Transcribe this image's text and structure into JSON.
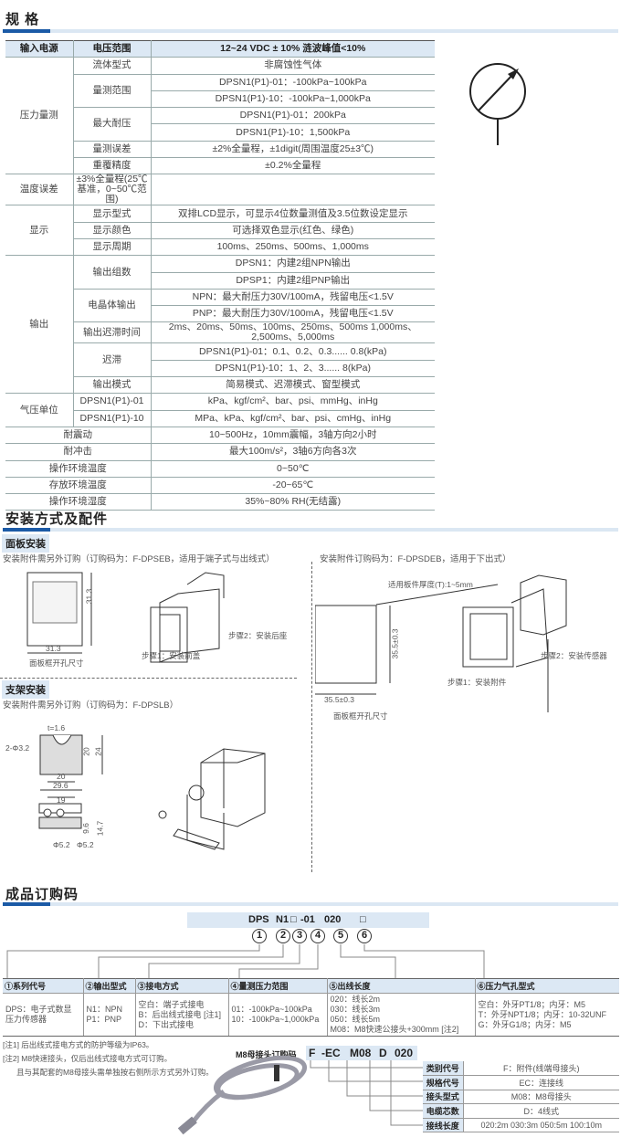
{
  "spec": {
    "title": "规 格",
    "rows": [
      [
        {
          "t": "输入电源"
        },
        {
          "t": "电压范围"
        },
        {
          "t": "12~24 VDC ± 10%  涟波峰值<10%"
        }
      ],
      [
        {
          "t": "压力量测",
          "rs": 7
        },
        {
          "t": "流体型式"
        },
        {
          "t": "非腐蚀性气体"
        }
      ],
      [
        {
          "t": "量测范围",
          "rs": 2
        },
        {
          "t": "DPSN1(P1)-01：-100kPa~100kPa"
        }
      ],
      [
        {
          "t": "DPSN1(P1)-10：-100kPa~1,000kPa"
        }
      ],
      [
        {
          "t": "最大耐压",
          "rs": 2
        },
        {
          "t": "DPSN1(P1)-01：200kPa"
        }
      ],
      [
        {
          "t": "DPSN1(P1)-10：1,500kPa"
        }
      ],
      [
        {
          "t": "量测误差"
        },
        {
          "t": "±2%全量程，±1digit(周围温度25±3℃)"
        }
      ],
      [
        {
          "t": "重覆精度"
        },
        {
          "t": "±0.2%全量程"
        }
      ],
      [
        {
          "t": "温度误差"
        },
        {
          "t": "±3%全量程(25℃基准，0~50℃范围)"
        }
      ],
      [
        {
          "t": "显示",
          "rs": 3
        },
        {
          "t": "显示型式"
        },
        {
          "t": "双排LCD显示，可显示4位数量测值及3.5位数设定显示"
        }
      ],
      [
        {
          "t": "显示颜色"
        },
        {
          "t": "可选择双色显示(红色、绿色)"
        }
      ],
      [
        {
          "t": "显示周期"
        },
        {
          "t": "100ms、250ms、500ms、1,000ms"
        }
      ],
      [
        {
          "t": "输出",
          "rs": 9
        },
        {
          "t": "输出组数",
          "rs": 2
        },
        {
          "t": "DPSN1：内建2组NPN输出"
        }
      ],
      [
        {
          "t": "DPSP1：内建2组PNP输出"
        }
      ],
      [
        {
          "t": "电晶体输出",
          "rs": 2
        },
        {
          "t": "NPN：最大耐压力30V/100mA，残留电压<1.5V"
        }
      ],
      [
        {
          "t": "PNP：最大耐压力30V/100mA，残留电压<1.5V"
        }
      ],
      [
        {
          "t": "输出迟滞时间",
          "rs": 2
        },
        {
          "t": "2ms、20ms、50ms、100ms、250ms、500ms 1,000ms、2,500ms、5,000ms",
          "rs": 2
        }
      ],
      [],
      [
        {
          "t": "迟滞",
          "rs": 2
        },
        {
          "t": "DPSN1(P1)-01：0.1、0.2、0.3...... 0.8(kPa)"
        }
      ],
      [
        {
          "t": "DPSN1(P1)-10：1、2、3...... 8(kPa)"
        }
      ],
      [
        {
          "t": "输出模式"
        },
        {
          "t": "简易模式、迟滞模式、窗型模式"
        }
      ],
      [
        {
          "t": "气压单位",
          "rs": 2
        },
        {
          "t": "DPSN1(P1)-01"
        },
        {
          "t": "kPa、kgf/cm²、bar、psi、mmHg、inHg"
        }
      ],
      [
        {
          "t": "DPSN1(P1)-10"
        },
        {
          "t": "MPa、kPa、kgf/cm²、bar、psi、cmHg、inHg"
        }
      ],
      [
        {
          "t": "耐震动",
          "cs": 2
        },
        {
          "t": "10~500Hz，10mm震幅，3轴方向2小时"
        }
      ],
      [
        {
          "t": "耐冲击",
          "cs": 2
        },
        {
          "t": "最大100m/s²，3轴6方向各3次"
        }
      ],
      [
        {
          "t": "操作环境温度",
          "cs": 2
        },
        {
          "t": "0~50℃"
        }
      ],
      [
        {
          "t": "存放环境温度",
          "cs": 2
        },
        {
          "t": "-20~65℃"
        }
      ],
      [
        {
          "t": "操作环境湿度",
          "cs": 2
        },
        {
          "t": "35%~80% RH(无结露)"
        }
      ]
    ]
  },
  "install": {
    "title": "安装方式及配件",
    "panel": {
      "label": "面板安装",
      "note_left": "安装附件需另外订购（订购码为：F-DPSEB，适用于端子式与出线式）",
      "note_right": "安装附件订购码为：F-DPSDEB，适用于下出式）",
      "dim_w": "31.3",
      "dim_h": "31.3",
      "cutout_label": "面板框开孔尺寸",
      "step1": "步骤1：安装前盖",
      "step2": "步骤2：安装后座",
      "thickness": "适用板件厚度(T):1~5mm",
      "dim_r_w": "35.5±0.3",
      "dim_r_h": "35.5±0.3",
      "cutout_label_r": "面板框开孔尺寸",
      "step1_r": "步骤1：安装附件",
      "step2_r": "步骤2：安装传感器"
    },
    "bracket": {
      "label": "支架安装",
      "note": "安装附件需另外订购（订购码为：F-DPSLB）",
      "t": "t=1.6",
      "holes": "2-Φ3.2",
      "d20a": "20",
      "d24": "24",
      "d20b": "20",
      "d296": "29.6",
      "d19": "19",
      "d96": "9.6",
      "d147": "14.7",
      "phi1": "Φ5.2",
      "phi2": "Φ5.2"
    }
  },
  "order": {
    "title": "成品订购码",
    "code": [
      "DPS",
      "N1",
      "□",
      "-01",
      "020",
      "□"
    ],
    "circles": [
      "1",
      "2",
      "3",
      "4",
      "5",
      "6"
    ],
    "headers": [
      "①系列代号",
      "②输出型式",
      "③接电方式",
      "④量测压力范围",
      "⑤出线长度",
      "⑥压力气孔型式"
    ],
    "cells": [
      "DPS：电子式数显\n      压力传感器",
      "N1：NPN\nP1：PNP",
      "空白：端子式接电\nB：后出线式接电 [注1]\nD：下出式接电",
      "01：-100kPa~100kPa\n10：-100kPa~1,000kPa",
      "020：线长2m\n030：线长3m\n050：线长5m\nM08：M8快速公接头+300mm [注2]",
      "空白：外牙PT1/8；内牙：M5\nT：外牙NPT1/8；内牙：10-32UNF\nG：外牙G1/8；内牙：M5"
    ],
    "notes": [
      "[注1] 后出线式接电方式的防护等级为IP63。",
      "[注2] M8快速接头，仅后出线式接电方式可订购。",
      "且与其配套的M8母接头需单独按右侧所示方式另外订购。"
    ]
  },
  "m8": {
    "label": "M8母接头订购码",
    "code": [
      "F",
      "-EC",
      "M08",
      "D",
      "020"
    ],
    "rows": [
      {
        "k": "类别代号",
        "v": "F：附件(线端母接头)"
      },
      {
        "k": "规格代号",
        "v": "EC：连接线"
      },
      {
        "k": "接头型式",
        "v": "M08：M8母接头"
      },
      {
        "k": "电缆芯数",
        "v": "D：4线式"
      },
      {
        "k": "接线长度",
        "v": "020:2m  030:3m  050:5m  100:10m"
      }
    ]
  },
  "colors": {
    "accent": "#1b5aa6",
    "header_bg": "#dce8f4"
  }
}
